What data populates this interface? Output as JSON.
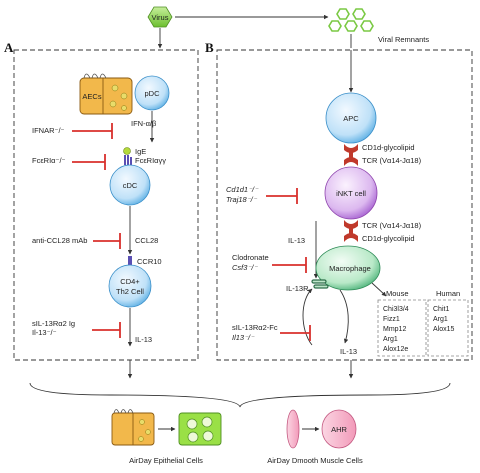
{
  "colors": {
    "virus": "#8fd14f",
    "aec": "#f2b84b",
    "dc_light": "#d6ecfb",
    "dc_dark": "#5aaee3",
    "inkt_light": "#efd9f7",
    "inkt_dark": "#a45fd0",
    "macro_light": "#d7f3df",
    "macro_dark": "#4db37a",
    "ahr": "#f7b6cc",
    "receptor": "#c0392b",
    "inhibit": "#d9302c",
    "arrow": "#333333"
  },
  "top": {
    "virus_label": "Virus",
    "remnants_label": "Viral Remnants"
  },
  "panel_a": {
    "letter": "A",
    "aecs_label": "AECs",
    "pdc_label": "pDC",
    "ifn_label": "IFN-α/β",
    "ifnar_label": "IFNAR⁻/⁻",
    "ige_label": "IgE",
    "fceri_label": "FcεRIαγγ",
    "fceri_ko_label": "FcεRIα⁻/⁻",
    "cdc_label": "cDC",
    "anti_ccl28_label": "anti-CCL28 mAb",
    "ccl28_label": "CCL28",
    "ccr10_label": "CCR10",
    "th2_line1": "CD4+",
    "th2_line2": "Th2 Cell",
    "sil13_label": "sIL-13Rα2 Ig",
    "il13ko_label": "Il-13⁻/⁻",
    "il13_label": "IL-13"
  },
  "panel_b": {
    "letter": "B",
    "apc_label": "APC",
    "cd1d_top_label": "CD1d-glycolipid",
    "tcr_top_label": "TCR (Vα14-Jα18)",
    "cd1d_ko_label": "Cd1d1⁻/⁻",
    "traj18_ko_label": "Traj18⁻/⁻",
    "inkt_label": "iNKT cell",
    "tcr_bottom_label": "TCR (Vα14-Jα18)",
    "cd1d_bottom_label": "CD1d-glycolipid",
    "il13_label": "IL-13",
    "clodronate_label": "Clodronate",
    "csf3_label": "Csf3⁻/⁻",
    "macrophage_label": "Macrophage",
    "il13r_label": "IL-13R",
    "sil13ra2_label": "sIL-13Rα2-Fc",
    "il13_ko_label": "Il13⁻/⁻",
    "il13_bottom_label": "IL-13",
    "mouse_title": "Mouse",
    "mouse_genes": [
      "Chi3l3/4",
      "Fizz1",
      "Mmp12",
      "Arg1",
      "Alox12e"
    ],
    "human_title": "Human",
    "human_genes": [
      "Chit1",
      "Arg1",
      "Alox15"
    ]
  },
  "bottom": {
    "epithelial_label": "AirDay Epithelial Cells",
    "smooth_label": "AirDay Dmooth Muscle Cells",
    "ahr_label": "AHR"
  }
}
